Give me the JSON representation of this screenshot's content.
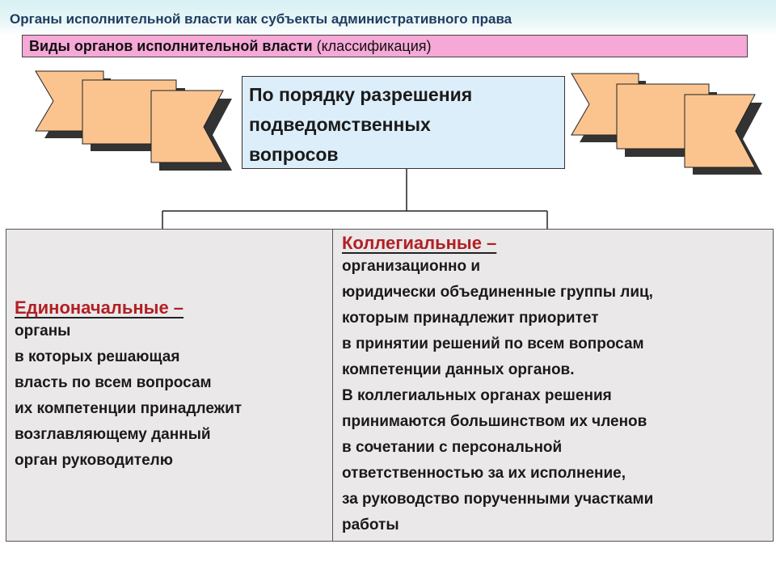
{
  "header": {
    "title": "Органы исполнительной власти как субъекты административного права",
    "subtitle_bold": "Виды органов исполнительной власти",
    "subtitle_normal": "(классификация)"
  },
  "top_box": {
    "lines": [
      "По порядку разрешения",
      "подведомственных",
      "вопросов"
    ]
  },
  "left_panel": {
    "heading": "Единоначальные –",
    "lines": [
      "органы",
      "в которых решающая",
      "власть по всем вопросам",
      "их компетенции принадлежит",
      "возглавляющему данный",
      "орган руководителю"
    ]
  },
  "right_panel": {
    "heading": "Коллегиальные –",
    "lines": [
      "организационно и",
      "юридически объединенные группы лиц,",
      "которым принадлежит приоритет",
      "в принятии решений по всем вопросам",
      "компетенции данных органов.",
      "В коллегиальных органах решения",
      "принимаются большинством их членов",
      "в сочетании с персональной",
      "ответственностью за их исполнение,",
      "за руководство порученными участками",
      "работы"
    ]
  },
  "colors": {
    "title_band": "#d6f0f3",
    "subtitle_fill": "#f6a8d6",
    "top_box_fill": "#dceefa",
    "flag_fill": "#fbc48f",
    "panel_fill": "#eae8e9",
    "heading_color": "#b21f24"
  }
}
